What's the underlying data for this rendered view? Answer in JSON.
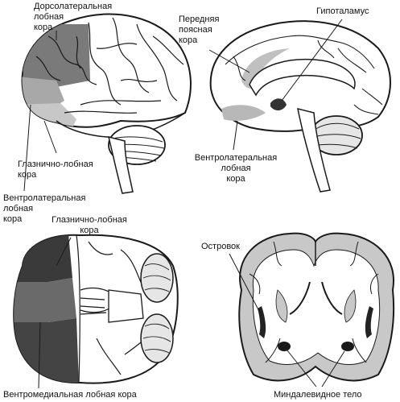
{
  "labels": {
    "dlpfc": [
      "Дорсолатеральная",
      "лобная",
      "кора"
    ],
    "ofc_lateral": [
      "Глазнично-лобная",
      "кора"
    ],
    "vlpfc_lateral": [
      "Вентролатеральная",
      "лобная",
      "кора"
    ],
    "acc": [
      "Передняя",
      "поясная",
      "кора"
    ],
    "hypothalamus": [
      "Гипоталамус"
    ],
    "vlpfc_medial": [
      "Вентролатеральная",
      "лобная",
      "кора"
    ],
    "ofc_ventral": [
      "Глазнично-лобная",
      "кора"
    ],
    "vmpfc": [
      "Вентромедиальная лобная кора"
    ],
    "insula": [
      "Островок"
    ],
    "amygdala": [
      "Миндалевидное тело"
    ]
  },
  "colors": {
    "outline": "#1a1a1a",
    "highlight_light": "#b4b4b4",
    "highlight_mid": "#8c8c8c",
    "highlight_dark": "#555555",
    "white_matter": "#ffffff",
    "grey_matter": "#c8c8c8"
  },
  "panels": [
    {
      "name": "lateral-view",
      "icon": "brain-lateral-icon"
    },
    {
      "name": "medial-view",
      "icon": "brain-sagittal-icon"
    },
    {
      "name": "ventral-view",
      "icon": "brain-ventral-icon"
    },
    {
      "name": "coronal-view",
      "icon": "brain-coronal-icon"
    }
  ]
}
